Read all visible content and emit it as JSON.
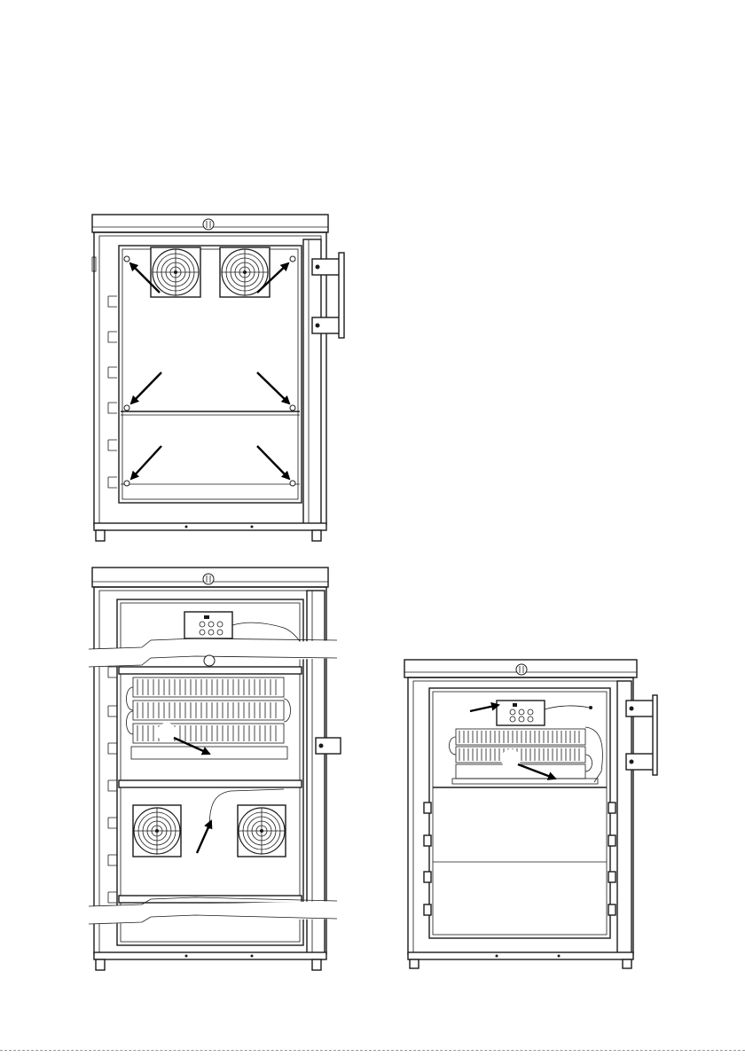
{
  "figure": {
    "views": [
      {
        "id": "cabinet-front-open"
      },
      {
        "id": "cabinet-shelves-evaporator"
      },
      {
        "id": "cabinet-evaporator-small"
      }
    ],
    "colors": {
      "line": "#1a1a1a",
      "arrow": "#000000",
      "background": "#ffffff"
    },
    "icons": [
      "fan-icon",
      "screw-icon",
      "arrow-icon",
      "control-panel-icon",
      "evaporator-coil-icon"
    ]
  }
}
